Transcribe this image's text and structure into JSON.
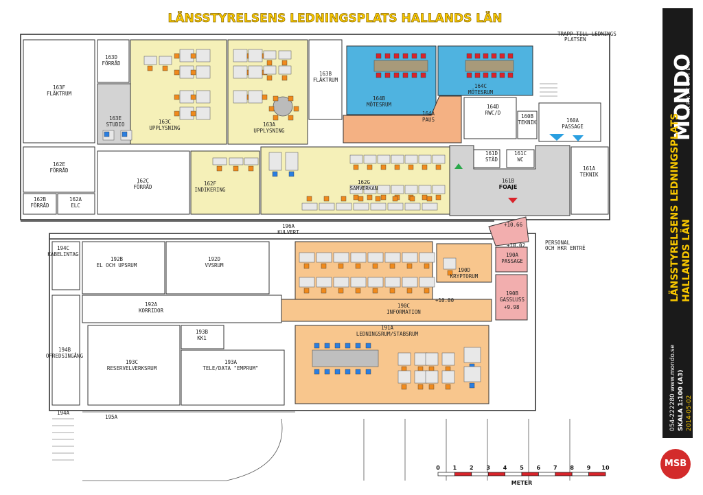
{
  "title": "LÄNSSTYRELSENS LEDNINGSPLATS HALLANDS LÄN",
  "brand": {
    "name": "MONDO",
    "sub": "ARKITEKTER",
    "project_line1": "LÄNSSTYRELSENS LEDNINGSPLATS",
    "project_line2": "HALLANDS LÄN",
    "contact": "054-222280  www.mondo.se",
    "scale": "SKALA 1:100 (A3)",
    "date": "2014-05-02",
    "msb": "MSB"
  },
  "scale_bar": {
    "ticks": [
      "0",
      "1",
      "2",
      "3",
      "4",
      "5",
      "6",
      "7",
      "8",
      "9",
      "10"
    ],
    "unit": "METER"
  },
  "rooms": {
    "r163d": [
      "163D",
      "FÖRRÅD"
    ],
    "r163f": [
      "163F",
      "FLÄKTRUM"
    ],
    "r163e": [
      "163E",
      "STUDIO"
    ],
    "r163c": [
      "163C",
      "UPPLYSNING"
    ],
    "r163a": [
      "163A",
      "UPPLYSNING"
    ],
    "r163b": [
      "163B",
      "FLÄKTRUM"
    ],
    "r164b": [
      "164B",
      "MÖTESRUM"
    ],
    "r164c": [
      "164C",
      "MÖTESRUM"
    ],
    "r164a": [
      "164A",
      "PAUS"
    ],
    "r164d": [
      "164D",
      "RWC/D"
    ],
    "r160b": [
      "160B",
      "TEKNIK"
    ],
    "r160a": [
      "160A",
      "PASSAGE"
    ],
    "r162e": [
      "162E",
      "FÖRRÅD"
    ],
    "r162b": [
      "162B",
      "FÖRRÅD"
    ],
    "r162a": [
      "162A",
      "ELC"
    ],
    "r162c": [
      "162C",
      "FÖRRÅD"
    ],
    "r162f": [
      "162F",
      "INDIKERING"
    ],
    "r162g": [
      "162G",
      "SAMVERKAN"
    ],
    "r161d": [
      "161D",
      "STÄD"
    ],
    "r161c": [
      "161C",
      "WC"
    ],
    "r161b": [
      "161B",
      "FOAJE"
    ],
    "r161a": [
      "161A",
      "TEKNIK"
    ],
    "r196a": [
      "196A",
      "KULVERT"
    ],
    "r194c": [
      "194C",
      "KABELINTAG"
    ],
    "r192b": [
      "192B",
      "EL OCH UPSRUM"
    ],
    "r192d": [
      "192D",
      "VVSRUM"
    ],
    "r192a": [
      "192A",
      "KORRIDOR"
    ],
    "r190d": [
      "190D",
      "KRYPTORUM"
    ],
    "r190a": [
      "190A",
      "PASSAGE"
    ],
    "r190c": [
      "190C",
      "INFORMATION"
    ],
    "r190b": [
      "190B",
      "GASSLUSS"
    ],
    "r193b": [
      "193B",
      "KK1"
    ],
    "r191a": [
      "191A",
      "LEDNINGSRUM/STABSRUM"
    ],
    "r194b": [
      "194B",
      "OFREDSINGÅNG"
    ],
    "r193c": [
      "193C",
      "RESERVELVERKSRUM"
    ],
    "r193a": [
      "193A",
      "TELE/DATA \"EMPRUM\""
    ],
    "r194a": [
      "194A"
    ],
    "r195a": [
      "195A"
    ]
  },
  "notes": {
    "stair": [
      "TRAPP TILL LEDNINGS",
      "PLATSEN"
    ],
    "entrance": [
      "PERSONAL",
      "OCH HKR ENTRÉ"
    ],
    "lvl1": "+10.66",
    "lvl2": "+10.02",
    "lvl3": "+10.00",
    "lvl4": "+9.98"
  },
  "colors": {
    "yellow": "#f5f0b8",
    "blue": "#4fb3e0",
    "salmon": "#f4b183",
    "orange": "#f8c68d",
    "pink": "#f2aeae",
    "grey": "#d3d3d3",
    "chair_orange": "#f08a1c",
    "chair_blue": "#2a7ee0",
    "chair_red": "#d9232a"
  }
}
